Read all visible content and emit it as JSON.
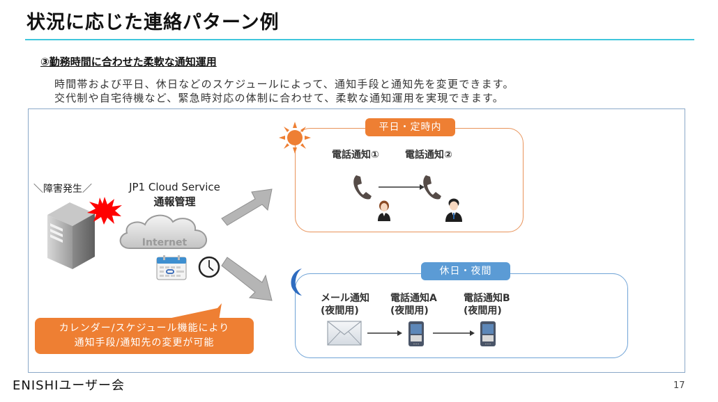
{
  "slide": {
    "title": "状況に応じた連絡パターン例",
    "subtitle": "③勤務時間に合わせた柔軟な通知運用",
    "description": [
      "時間帯および平日、休日などのスケジュールによって、通知手段と通知先を変更できます。",
      "交代制や自宅待機など、緊急時対応の体制に合わせて、柔軟な通知運用を実現できます。"
    ],
    "footer_brand": "ENISHIユーザー会",
    "page_number": "17"
  },
  "diagram": {
    "incident_label": "＼障害発生／",
    "service_name": "JP1 Cloud Service",
    "service_sub": "通報管理",
    "cloud_label": "Internet",
    "icons": [
      "server-icon",
      "explosion-icon",
      "cloud-icon",
      "calendar-icon",
      "clock-icon",
      "sun-icon",
      "moon-icon",
      "phone-icon",
      "person-female-icon",
      "person-male-icon",
      "mail-icon",
      "smartphone-icon"
    ],
    "weekday": {
      "badge": "平日・定時内",
      "steps": [
        "電話通知①",
        "電話通知②"
      ],
      "color": "#ee7f33"
    },
    "night": {
      "badge": "休日・夜間",
      "steps": [
        {
          "line1": "メール通知",
          "line2": "(夜間用)"
        },
        {
          "line1": "電話通知A",
          "line2": "(夜間用)"
        },
        {
          "line1": "電話通知B",
          "line2": "(夜間用)"
        }
      ],
      "color": "#5b9bd5"
    },
    "callout": {
      "line1": "カレンダー/スケジュール機能により",
      "line2": "通知手段/通知先の変更が可能"
    }
  }
}
